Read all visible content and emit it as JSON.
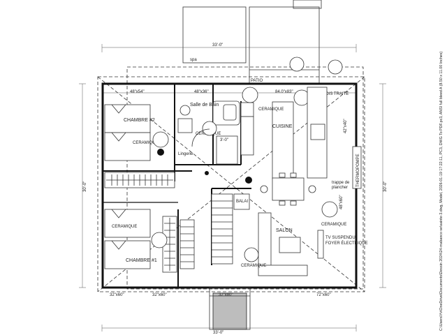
{
  "dimensions": {
    "top_overall": "33'-0\"",
    "bottom_overall": "33'-0\"",
    "left_overall": "30'-0\"",
    "right_overall": "30'-0\""
  },
  "exterior": {
    "spa": "spa",
    "patio": "PATIO",
    "bois_traite": "BOIS TRAITÉ"
  },
  "windows": {
    "top_1": "48\"x54\"",
    "top_2": "48\"x36\"",
    "top_3": "84.0\"x83\"",
    "right_1": "42\"x40\"",
    "right_2": "48\"x60\"",
    "bottom_1": "32\"x60\"",
    "bottom_2": "32\"x60\"",
    "bottom_3": "72\"x60\"",
    "bottom_door": "32\"x80\""
  },
  "rooms": {
    "chambre2": "CHAMBRE #2",
    "chambre1": "CHAMBRE #1",
    "salle_de_bain": "Salle de Bain",
    "cuisine": "CUISINE",
    "salon": "SALON",
    "lingerie": "Lingerie",
    "balai": "BALAI"
  },
  "materials": {
    "ceramique": "CERAMIQUE"
  },
  "notes": {
    "closet_dim": "3'-0\"",
    "thermopompe": "THERMOPOMPE",
    "trappe_line1": "trappe de",
    "trappe_line2": "plancher",
    "tv_line1": "TV SUSPENDU",
    "tv_line2": "FOYER ÉLECTRIQUE"
  },
  "file_path": "C:\\Users\\Yv\\OneDrive\\Documents\\Dessin 2024\\24-mabanco se\\sainte-3.dwg, Model, 2026-01-19 17:22:11, PC3, DWG To PDF.pc3, ANSI full bleed A (8.50 x 11.00 Inches)"
}
